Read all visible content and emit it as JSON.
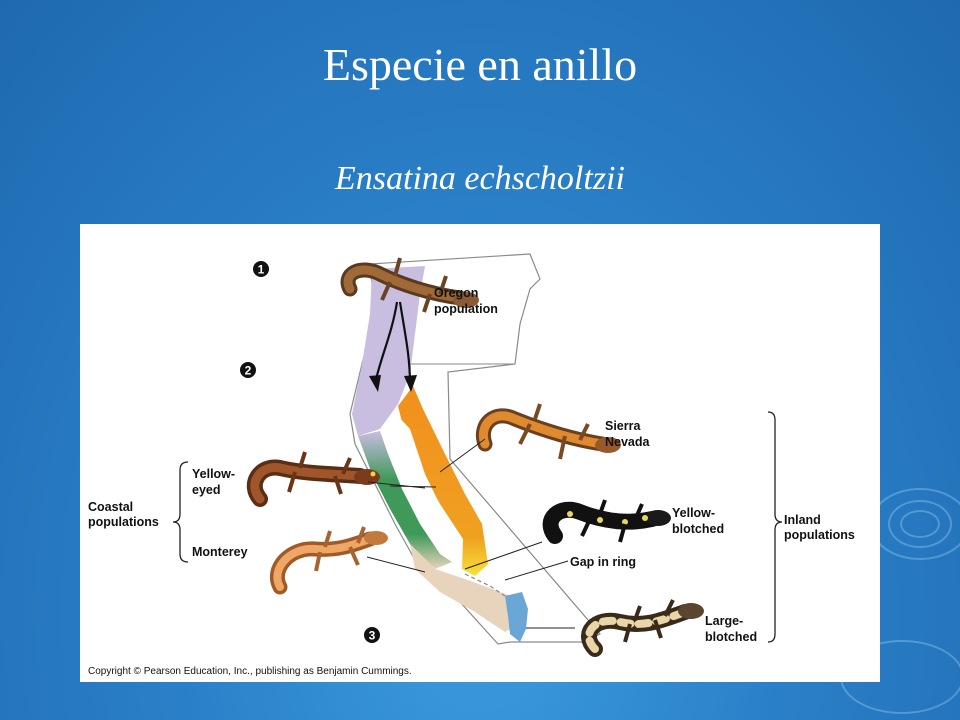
{
  "slide": {
    "title": "Especie en anillo",
    "subtitle": "Ensatina echscholtzii"
  },
  "figure": {
    "steps": [
      "1",
      "2",
      "3"
    ],
    "labels": {
      "oregon_line1": "Oregon",
      "oregon_line2": "population",
      "sierra_line1": "Sierra",
      "sierra_line2": "Nevada",
      "yellow_blotched_line1": "Yellow-",
      "yellow_blotched_line2": "blotched",
      "gap_in_ring": "Gap in ring",
      "large_blotched_line1": "Large-",
      "large_blotched_line2": "blotched",
      "inland_line1": "Inland",
      "inland_line2": "populations",
      "yellow_eyed_line1": "Yellow-",
      "yellow_eyed_line2": "eyed",
      "coastal_line1": "Coastal",
      "coastal_line2": "populations",
      "monterey": "Monterey"
    },
    "copyright": "Copyright © Pearson Education, Inc., publishing as Benjamin Cummings.",
    "colors": {
      "oregon": "#c9bde0",
      "sierra": "#f0901e",
      "yellow": "#f6e23a",
      "coastal_green": "#3f9a5a",
      "monterey": "#e8d3bc",
      "large_blotched": "#6aa6d6"
    }
  }
}
